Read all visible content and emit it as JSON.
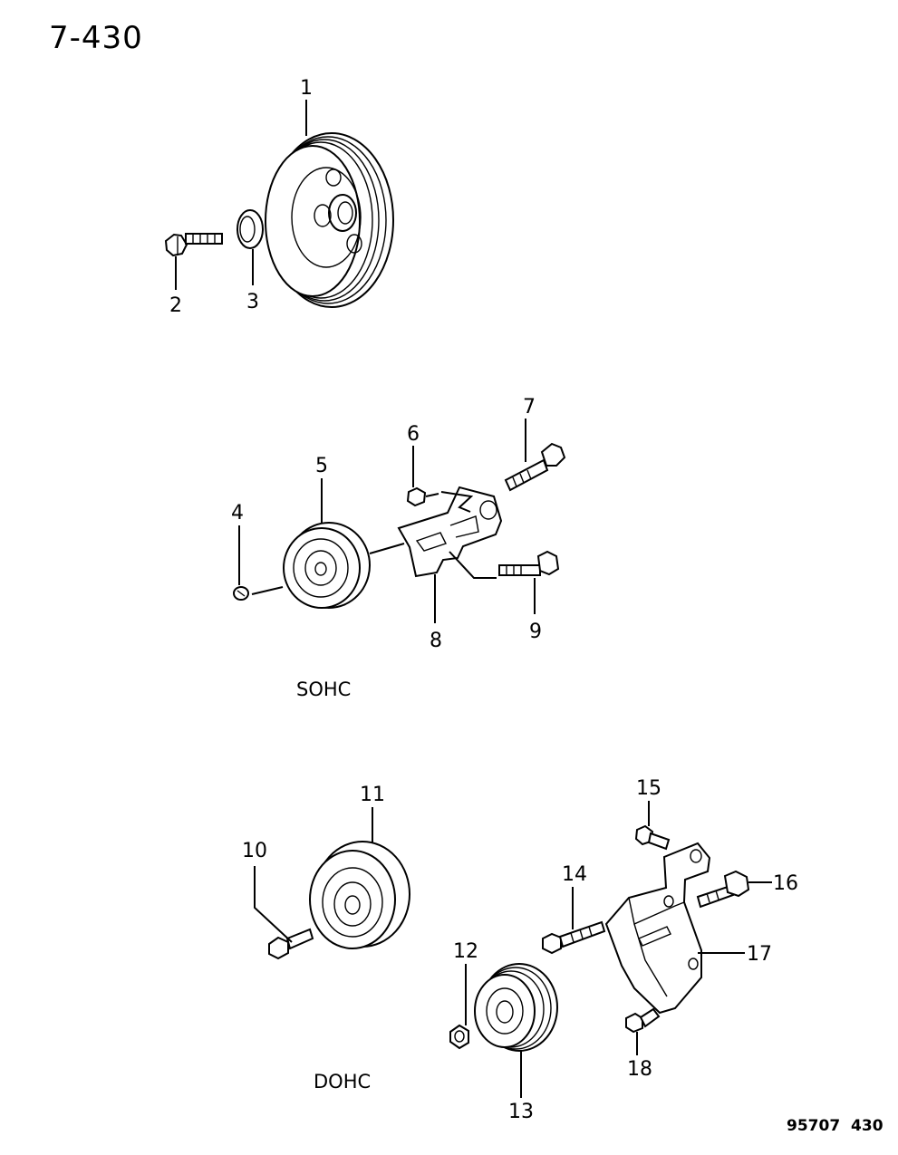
{
  "header": {
    "code": "7-430"
  },
  "footer": {
    "ref": "95707 430"
  },
  "sections": {
    "sohc": "SOHC",
    "dohc": "DOHC"
  },
  "callouts": [
    "1",
    "2",
    "3",
    "4",
    "5",
    "6",
    "7",
    "8",
    "9",
    "10",
    "11",
    "12",
    "13",
    "14",
    "15",
    "16",
    "17",
    "18"
  ]
}
